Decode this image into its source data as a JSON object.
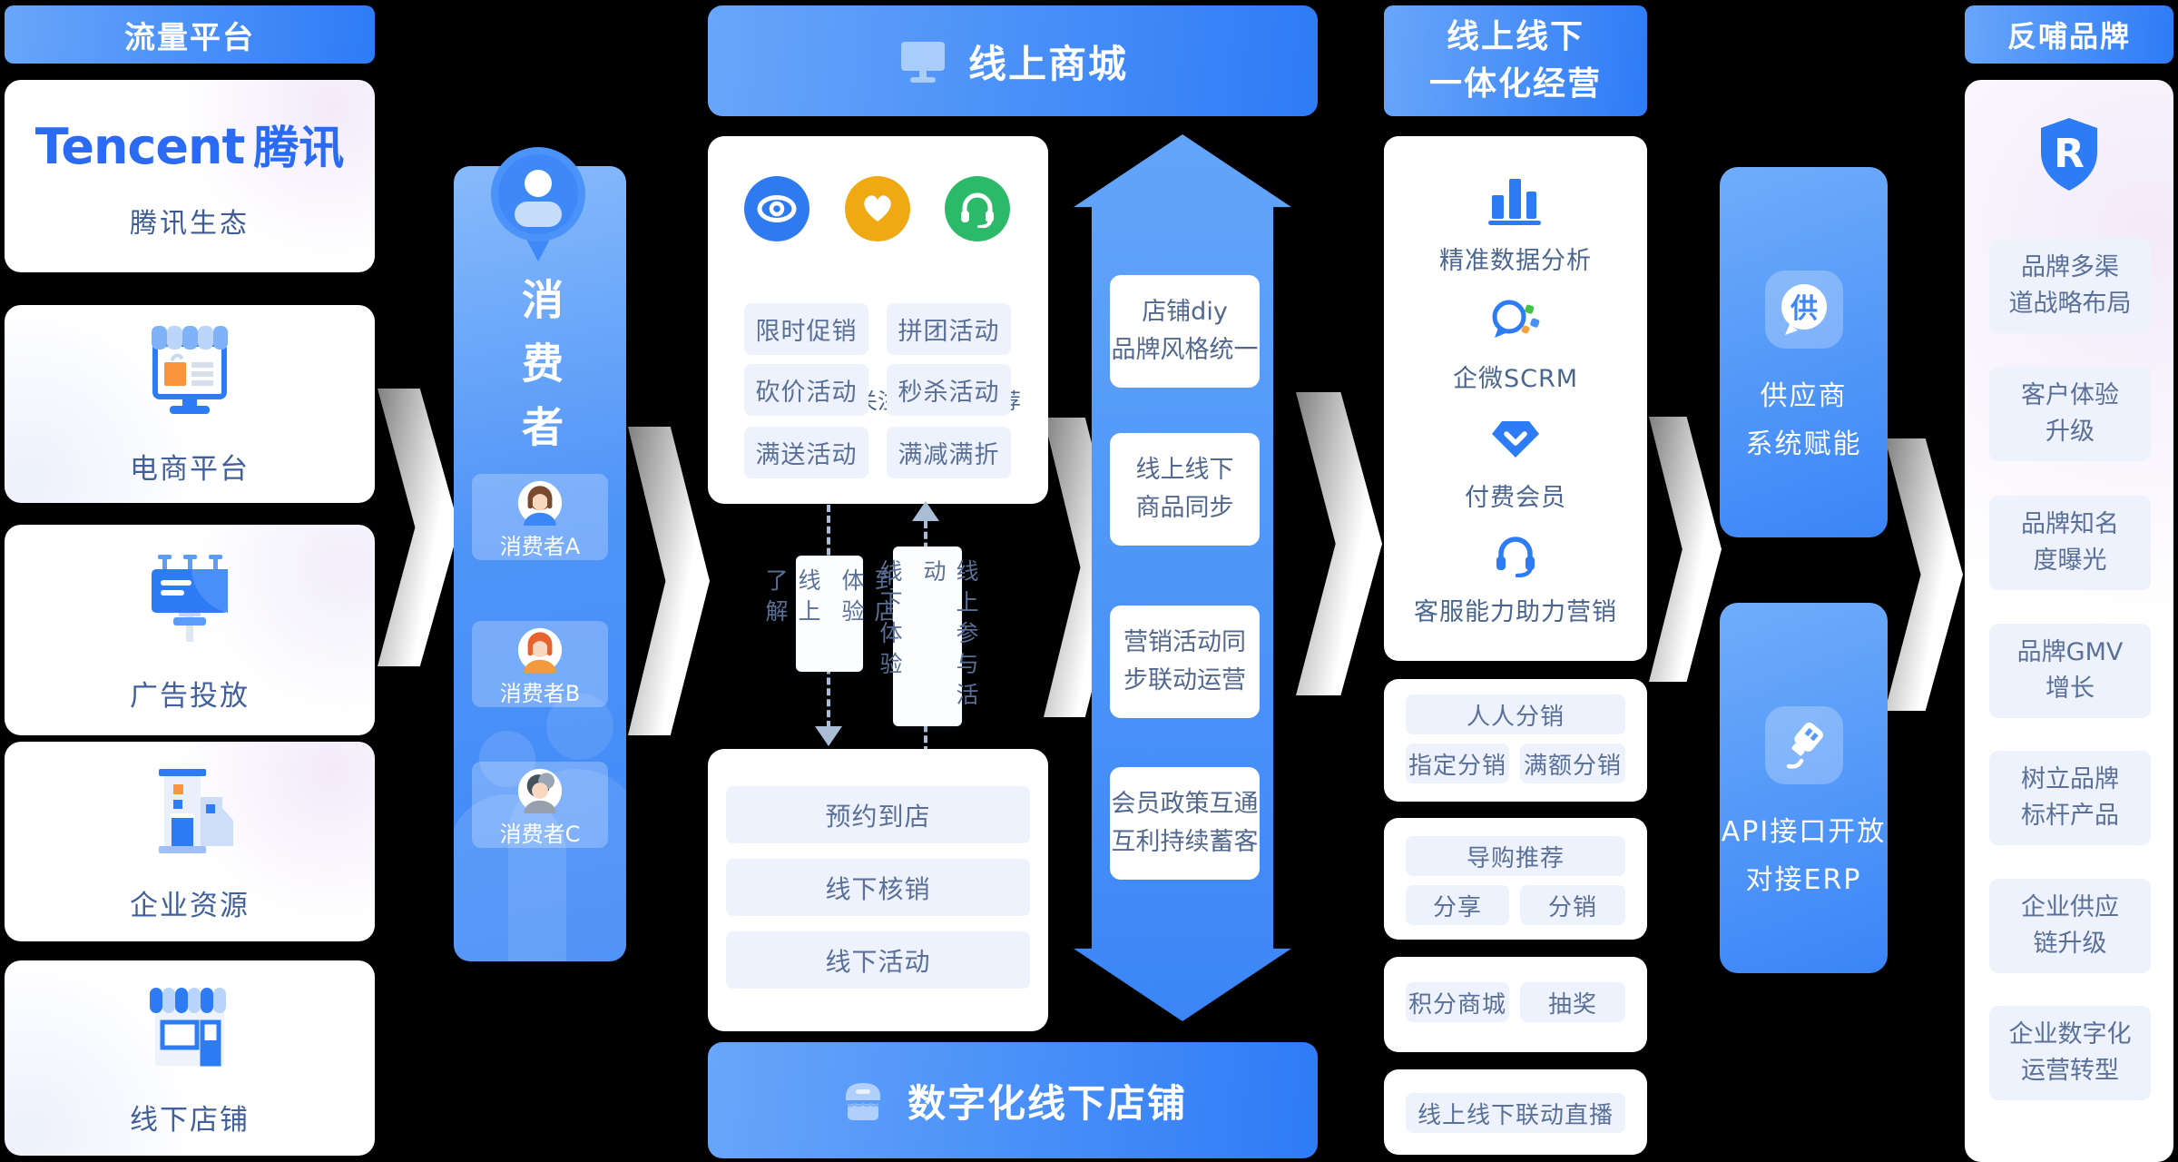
{
  "colors": {
    "header_gradient_start": "#68a6fa",
    "header_gradient_end": "#2d7bf6",
    "accent_blue": "#2e7cf5",
    "chip_bg": "#edf2fc",
    "chip_text": "#5a7098",
    "eye_badge": "#2e7bf0",
    "heart_badge": "#f0a912",
    "headset_badge": "#2cb96a"
  },
  "left_column": {
    "header": "流量平台",
    "brand_en": "Tencent",
    "brand_cn": "腾讯",
    "brand_caption": "腾讯生态",
    "items": [
      {
        "label": "电商平台"
      },
      {
        "label": "广告投放"
      },
      {
        "label": "企业资源"
      },
      {
        "label": "线下店铺"
      }
    ]
  },
  "consumers": {
    "title": "消费者",
    "a": "消费者A",
    "b": "消费者B",
    "c": "消费者C"
  },
  "online_mall": {
    "header": "线上商城",
    "features": [
      {
        "label": "浏览"
      },
      {
        "label": "关注"
      },
      {
        "label": "客服推荐"
      }
    ],
    "promos": [
      "限时促销",
      "拼团活动",
      "砍价活动",
      "秒杀活动",
      "满送活动",
      "满减满折"
    ]
  },
  "flow_labels": {
    "down_col_left": "线上了解",
    "down_col_right": "到店体验",
    "up_col_left": "线下体验",
    "up_col_right": "线上参与活动"
  },
  "offline_store": {
    "actions": [
      "预约到店",
      "线下核销",
      "线下活动"
    ],
    "header": "数字化线下店铺"
  },
  "sync_arrow": {
    "boxes": [
      "店铺diy\n品牌风格统一",
      "线上线下\n商品同步",
      "营销活动同\n步联动运营",
      "会员政策互通\n互利持续蓄客"
    ]
  },
  "integration": {
    "header": "线上线下\n一体化经营",
    "capabilities": [
      "精准数据分析",
      "企微SCRM",
      "付费会员",
      "客服能力助力营销"
    ],
    "distribution": {
      "full": "人人分销",
      "left": "指定分销",
      "right": "满额分销"
    },
    "guide": {
      "full": "导购推荐",
      "left": "分享",
      "right": "分销"
    },
    "points": {
      "left": "积分商城",
      "right": "抽奖"
    },
    "live": "线上线下联动直播"
  },
  "empowerment": {
    "supplier_icon_char": "供",
    "supplier": "供应商\n系统赋能",
    "api": "API接口开放\n对接ERP"
  },
  "brand": {
    "header": "反哺品牌",
    "logo_letter": "R",
    "benefits": [
      "品牌多渠\n道战略布局",
      "客户体验\n升级",
      "品牌知名\n度曝光",
      "品牌GMV\n增长",
      "树立品牌\n标杆产品",
      "企业供应\n链升级",
      "企业数字化\n运营转型"
    ]
  }
}
